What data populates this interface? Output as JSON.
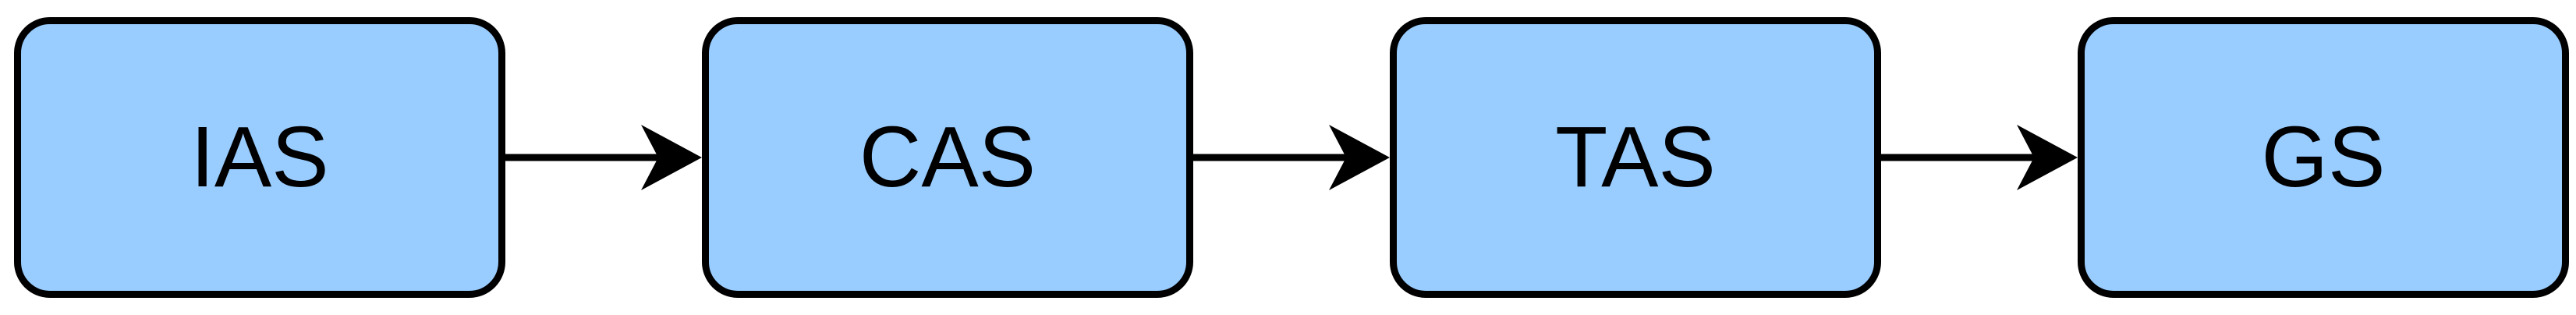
{
  "diagram": {
    "title": "airspeed-conversion-flow",
    "colors": {
      "background": "#ffffff",
      "node_fill": "#99ccff",
      "node_border": "#000000",
      "arrow": "#000000",
      "label_text": "#000000"
    },
    "nodes": [
      {
        "id": "ias",
        "label": "IAS"
      },
      {
        "id": "cas",
        "label": "CAS"
      },
      {
        "id": "tas",
        "label": "TAS"
      },
      {
        "id": "gs",
        "label": "GS"
      }
    ],
    "edges": [
      {
        "from": "IAS",
        "to": "CAS",
        "direction": "right",
        "style": "solid-arrow"
      },
      {
        "from": "CAS",
        "to": "TAS",
        "direction": "right",
        "style": "solid-arrow"
      },
      {
        "from": "TAS",
        "to": "GS",
        "direction": "right",
        "style": "solid-arrow"
      }
    ]
  }
}
